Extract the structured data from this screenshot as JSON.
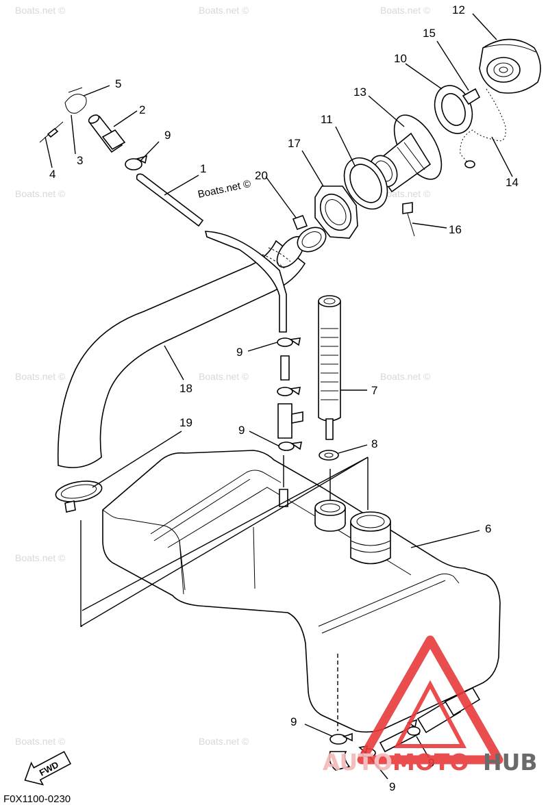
{
  "diagram": {
    "callouts": [
      {
        "id": "1",
        "text": "1"
      },
      {
        "id": "2",
        "text": "2"
      },
      {
        "id": "3",
        "text": "3"
      },
      {
        "id": "4",
        "text": "4"
      },
      {
        "id": "5",
        "text": "5"
      },
      {
        "id": "6",
        "text": "6"
      },
      {
        "id": "7",
        "text": "7"
      },
      {
        "id": "8",
        "text": "8"
      },
      {
        "id": "9",
        "text": "9"
      },
      {
        "id": "10",
        "text": "10"
      },
      {
        "id": "11",
        "text": "11"
      },
      {
        "id": "12",
        "text": "12"
      },
      {
        "id": "13",
        "text": "13"
      },
      {
        "id": "14",
        "text": "14"
      },
      {
        "id": "15",
        "text": "15"
      },
      {
        "id": "16",
        "text": "16"
      },
      {
        "id": "17",
        "text": "17"
      },
      {
        "id": "18",
        "text": "18"
      },
      {
        "id": "19",
        "text": "19"
      },
      {
        "id": "20",
        "text": "20"
      }
    ],
    "watermark_text": "Boats.net ©",
    "inline_watermark": "Boats.net ©",
    "fwd_label": "FWD",
    "figure_code": "F0X1100-0230"
  },
  "brand": {
    "part1": "AUTO",
    "part2": "MOTO",
    "part3": "HUB",
    "colors": {
      "red": "#e83a3a",
      "gray": "#5a5a5a",
      "pink": "#f4b8b8"
    }
  }
}
